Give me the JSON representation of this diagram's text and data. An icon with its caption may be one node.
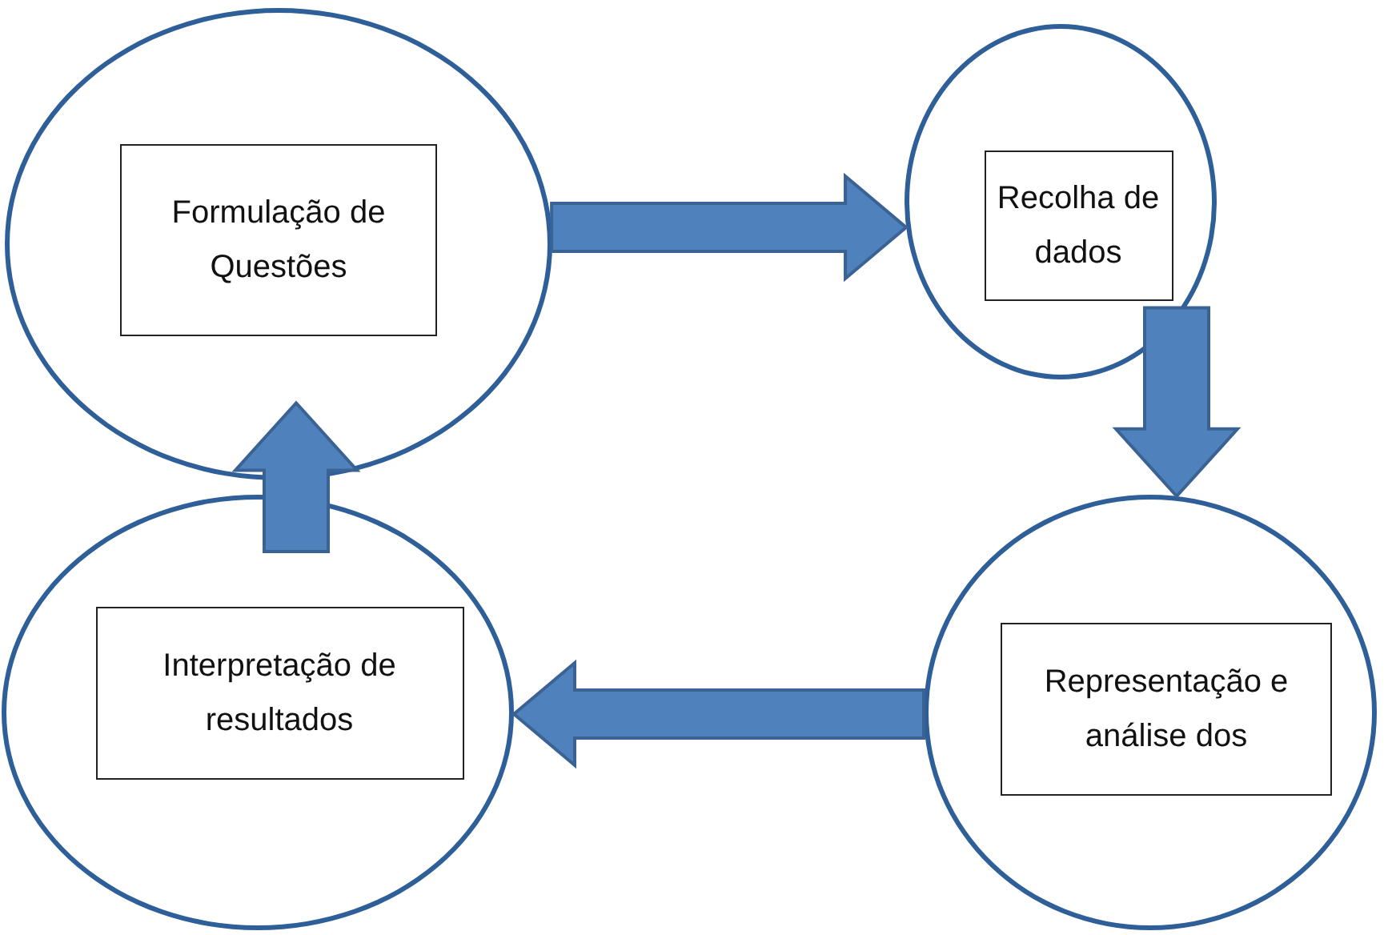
{
  "diagram": {
    "nodes": [
      {
        "text": [],
        "shape": "circle"
      },
      {
        "text": [
          "Formulação de Questões"
        ],
        "in": 0
      },
      {
        "text": [],
        "shape": "circle"
      },
      {
        "text": [
          "Recolha de dados"
        ],
        "in": 2
      },
      {
        "text": [],
        "shape": "circle"
      },
      {
        "text": [
          "Representação e análise dos"
        ],
        "in": 4
      },
      {
        "text": [],
        "shape": "circle"
      },
      {
        "text": [
          "Interpretação de resultados"
        ],
        "in": 6
      }
    ],
    "edges": [
      {
        "from": 0,
        "to": 2,
        "arrow": "to",
        "style": "thick"
      },
      {
        "from": 2,
        "to": 4,
        "arrow": "to",
        "style": "thick"
      },
      {
        "from": 4,
        "to": 6,
        "arrow": "to",
        "style": "thick"
      },
      {
        "from": 6,
        "to": 0,
        "arrow": "to",
        "style": "thick"
      }
    ]
  }
}
